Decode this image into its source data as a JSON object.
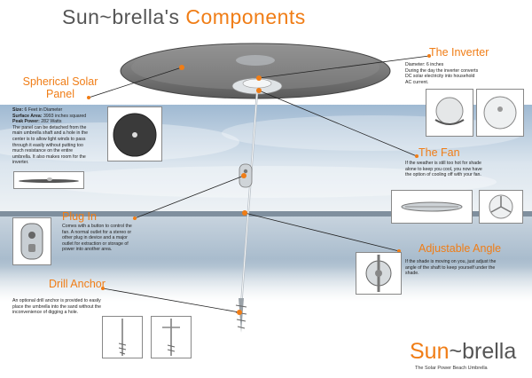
{
  "title": {
    "prefix": "Sun~brella's ",
    "suffix": "Components"
  },
  "components": {
    "inverter": {
      "label": "The Inverter",
      "lines": [
        "Diameter: 6 inches",
        "During the day the inverter converts",
        "DC solar electricity into household",
        "AC current."
      ]
    },
    "panel": {
      "label_line1": "Spherical Solar",
      "label_line2": "Panel",
      "size_label": "Size:",
      "size_value": " 6 Feet in Diameter",
      "area_label": "Surface Area:",
      "area_value": " 3993 inches squared",
      "power_label": "Peak Power:",
      "power_value": " 282 Watts",
      "lines": [
        "The panel can be detached from the",
        "main umbrella shaft and a hole in the",
        "center is to allow light winds to pass",
        "through it easily without putting too",
        "much resistance on the entire",
        "umbrella. It also makes room for the",
        "inverter."
      ]
    },
    "fan": {
      "label": "The Fan",
      "lines": [
        "If the weather is still too hot for shade",
        "alone to keep you cool, you now have",
        "the option of cooling off with your fan."
      ]
    },
    "plugin": {
      "label": "Plug In",
      "lines": [
        "Comes with a button to control the",
        "fan. A normal outlet for a stereo or",
        "other plug in device and a major",
        "outlet for extraction or storage of",
        "power into another area."
      ]
    },
    "angle": {
      "label": "Adjustable Angle",
      "lines": [
        "If the shade is moving on you, just adjust the",
        "angle of the shaft to keep yourself under the",
        "shade."
      ]
    },
    "anchor": {
      "label": "Drill Anchor",
      "lines": [
        "An optional drill anchor is provided to easily",
        "place the umbrella into the sand without the",
        "inconvenience of digging a hole."
      ]
    }
  },
  "brand": {
    "sun": "Sun",
    "rest": "~brella",
    "tagline": "The Solar Power Beach Umbrella"
  },
  "colors": {
    "accent": "#f07d16",
    "text": "#555555",
    "sky": "#c9d9e8",
    "water": "#aebfd0"
  }
}
